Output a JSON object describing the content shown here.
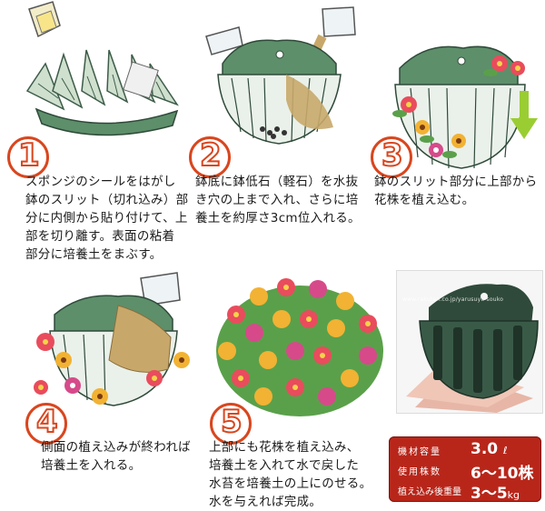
{
  "steps": [
    {
      "number": "1",
      "text": "スポンジのシールをはがし\n鉢のスリット（切れ込み）部\n分に内側から貼り付けて、上\n部を切り離す。表面の粘着\n部分に培養土をまぶす。"
    },
    {
      "number": "2",
      "text": "鉢底に鉢低石（軽石）を水抜\nき穴の上まで入れ、さらに培\n養土を約厚さ3cm位入れる。"
    },
    {
      "number": "3",
      "text": "鉢のスリット部分に上部から\n花株を植え込む。"
    },
    {
      "number": "4",
      "text": "側面の植え込みが終われば\n培養土を入れる。"
    },
    {
      "number": "5",
      "text": "上部にも花株を植え込み、\n培養土を入れて水で戻した\n水苔を培養土の上にのせる。\n水を与えれば完成。"
    }
  ],
  "product_photo": {
    "watermark": "www.rakuten.co.jp/yarusuya-souko"
  },
  "specs": [
    {
      "label": "機材容量",
      "value": "3.0",
      "unit": "ℓ"
    },
    {
      "label": "使用株数",
      "value": "6〜10株",
      "unit": ""
    },
    {
      "label": "植え込み後重量",
      "value": "3〜5",
      "unit": "kg"
    }
  ],
  "colors": {
    "step_number": "#d9461e",
    "spec_box": "#b8261a",
    "pot_green": "#5d8f6a",
    "pot_dark": "#2f4a3a",
    "soil": "#c8a86a",
    "arrow": "#9acd32"
  }
}
